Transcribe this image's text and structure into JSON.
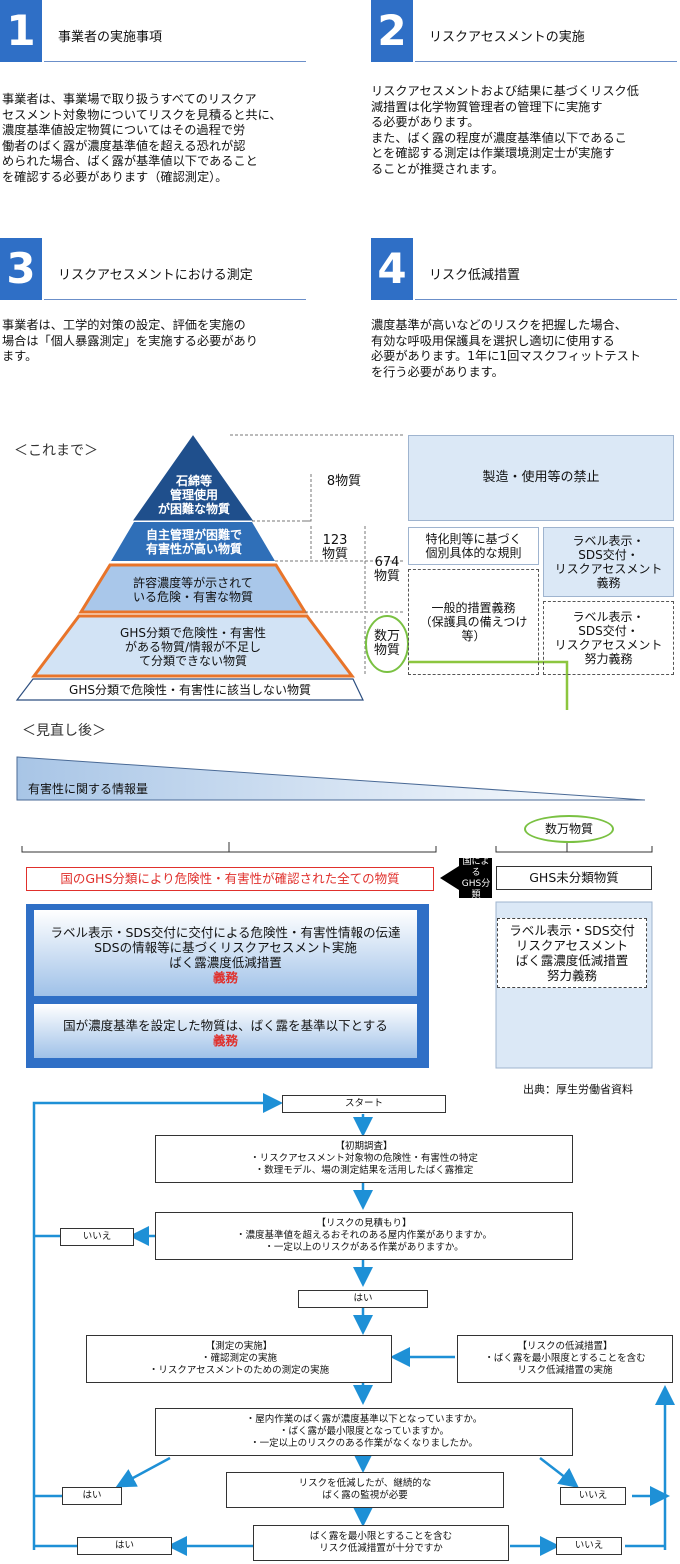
{
  "sections": [
    {
      "num": "1",
      "title": "事業者の実施事項",
      "body": "事業者は、事業場で取り扱うすべてのリスクア\nセスメント対象物についてリスクを見積ると共に、\n濃度基準値設定物質についてはその過程で労\n働者のばく露が濃度基準値を超える恐れが認\nめられた場合、ばく露が基準値以下であること\nを確認する必要があります（確認測定）。"
    },
    {
      "num": "2",
      "title": "リスクアセスメントの実施",
      "body": "リスクアセスメントおよび結果に基づくリスク低\n減措置は化学物質管理者の管理下に実施す\nる必要があります。\nまた、ばく露の程度が濃度基準値以下であるこ\nとを確認する測定は作業環境測定士が実施す\nることが推奨されます。"
    },
    {
      "num": "3",
      "title": "リスクアセスメントにおける測定",
      "body": "事業者は、工学的対策の設定、評価を実施の\n場合は「個人暴露測定」を実施する必要があり\nます。"
    },
    {
      "num": "4",
      "title": "リスク低減措置",
      "body": "濃度基準が高いなどのリスクを把握した場合、\n有効な呼吸用保護具を選択し適切に使用する\n必要があります。1年に1回マスクフィットテスト\nを行う必要があります。"
    }
  ],
  "before": {
    "heading": "＜これまで＞",
    "tiers": [
      "石綿等\n管理使用\nが困難な物質",
      "自主管理が困難で\n有害性が高い物質",
      "許容濃度等が示されて\nいる危険・有害な物質",
      "GHS分類で危険性・有害性\nがある物質/情報が不足し\nて分類できない物質",
      "GHS分類で危険性・有害性に該当しない物質"
    ],
    "counts": {
      "c8": "8物質",
      "c123": "123\n物質",
      "c674": "674\n物質",
      "many": "数万\n物質"
    },
    "rules": {
      "ban": "製造・使用等の禁止",
      "special": "特化則等に基づく\n個別具体的な規則",
      "general": "一般的措置義務\n（保護具の備えつけ\n等）",
      "label_duty": "ラベル表示・\nSDS交付・\nリスクアセスメント\n義務",
      "label_effort": "ラベル表示・\nSDS交付・\nリスクアセスメント\n努力義務"
    }
  },
  "after": {
    "heading": "＜見直し後＞",
    "info_label": "有害性に関する情報量",
    "many_label": "数万物質",
    "ghs_all": "国のGHS分類により危険性・有害性が確認された全ての物質",
    "arrow_label": "国による\nGHS分類",
    "unclassified": "GHS未分類物質",
    "box1_text": "ラベル表示・SDS交付に交付による危険性・有害性情報の伝達\nSDSの情報等に基づくリスクアセスメント実施\nばく露濃度低減措置",
    "box1_red": "義務",
    "box2_text": "国が濃度基準を設定した物質は、ばく露を基準以下とする",
    "box2_red": "義務",
    "right_box": "ラベル表示・SDS交付\nリスクアセスメント\nばく露濃度低減措置\n努力義務",
    "source": "出典：厚生労働省資料"
  },
  "flow": {
    "start": "スタート",
    "initial": "【初期調査】\n・リスクアセスメント対象物の危険性・有害性の特定\n・数理モデル、場の測定結果を活用したばく露推定",
    "estimate": "【リスクの見積もり】\n・濃度基準値を超えるおそれのある屋内作業がありますか。\n・一定以上のリスクがある作業がありますか。",
    "no1": "いいえ",
    "yes1": "はい",
    "measure": "【測定の実施】\n・確認測定の実施\n・リスクアセスメントのための測定の実施",
    "reduce": "【リスクの低減措置】\n・ばく露を最小限度とすることを含む\nリスク低減措置の実施",
    "check": "・屋内作業のばく露が濃度基準以下となっていますか。\n・ばく露が最小限度となっていますか。\n・一定以上のリスクのある作業がなくなりましたか。",
    "yes2": "はい",
    "no2": "いいえ",
    "monitor": "リスクを低減したが、継続的な\nばく露の監視が必要",
    "final": "ばく露を最小限とすることを含む\nリスク低減措置が十分ですか",
    "yes3": "はい",
    "no3": "いいえ"
  }
}
